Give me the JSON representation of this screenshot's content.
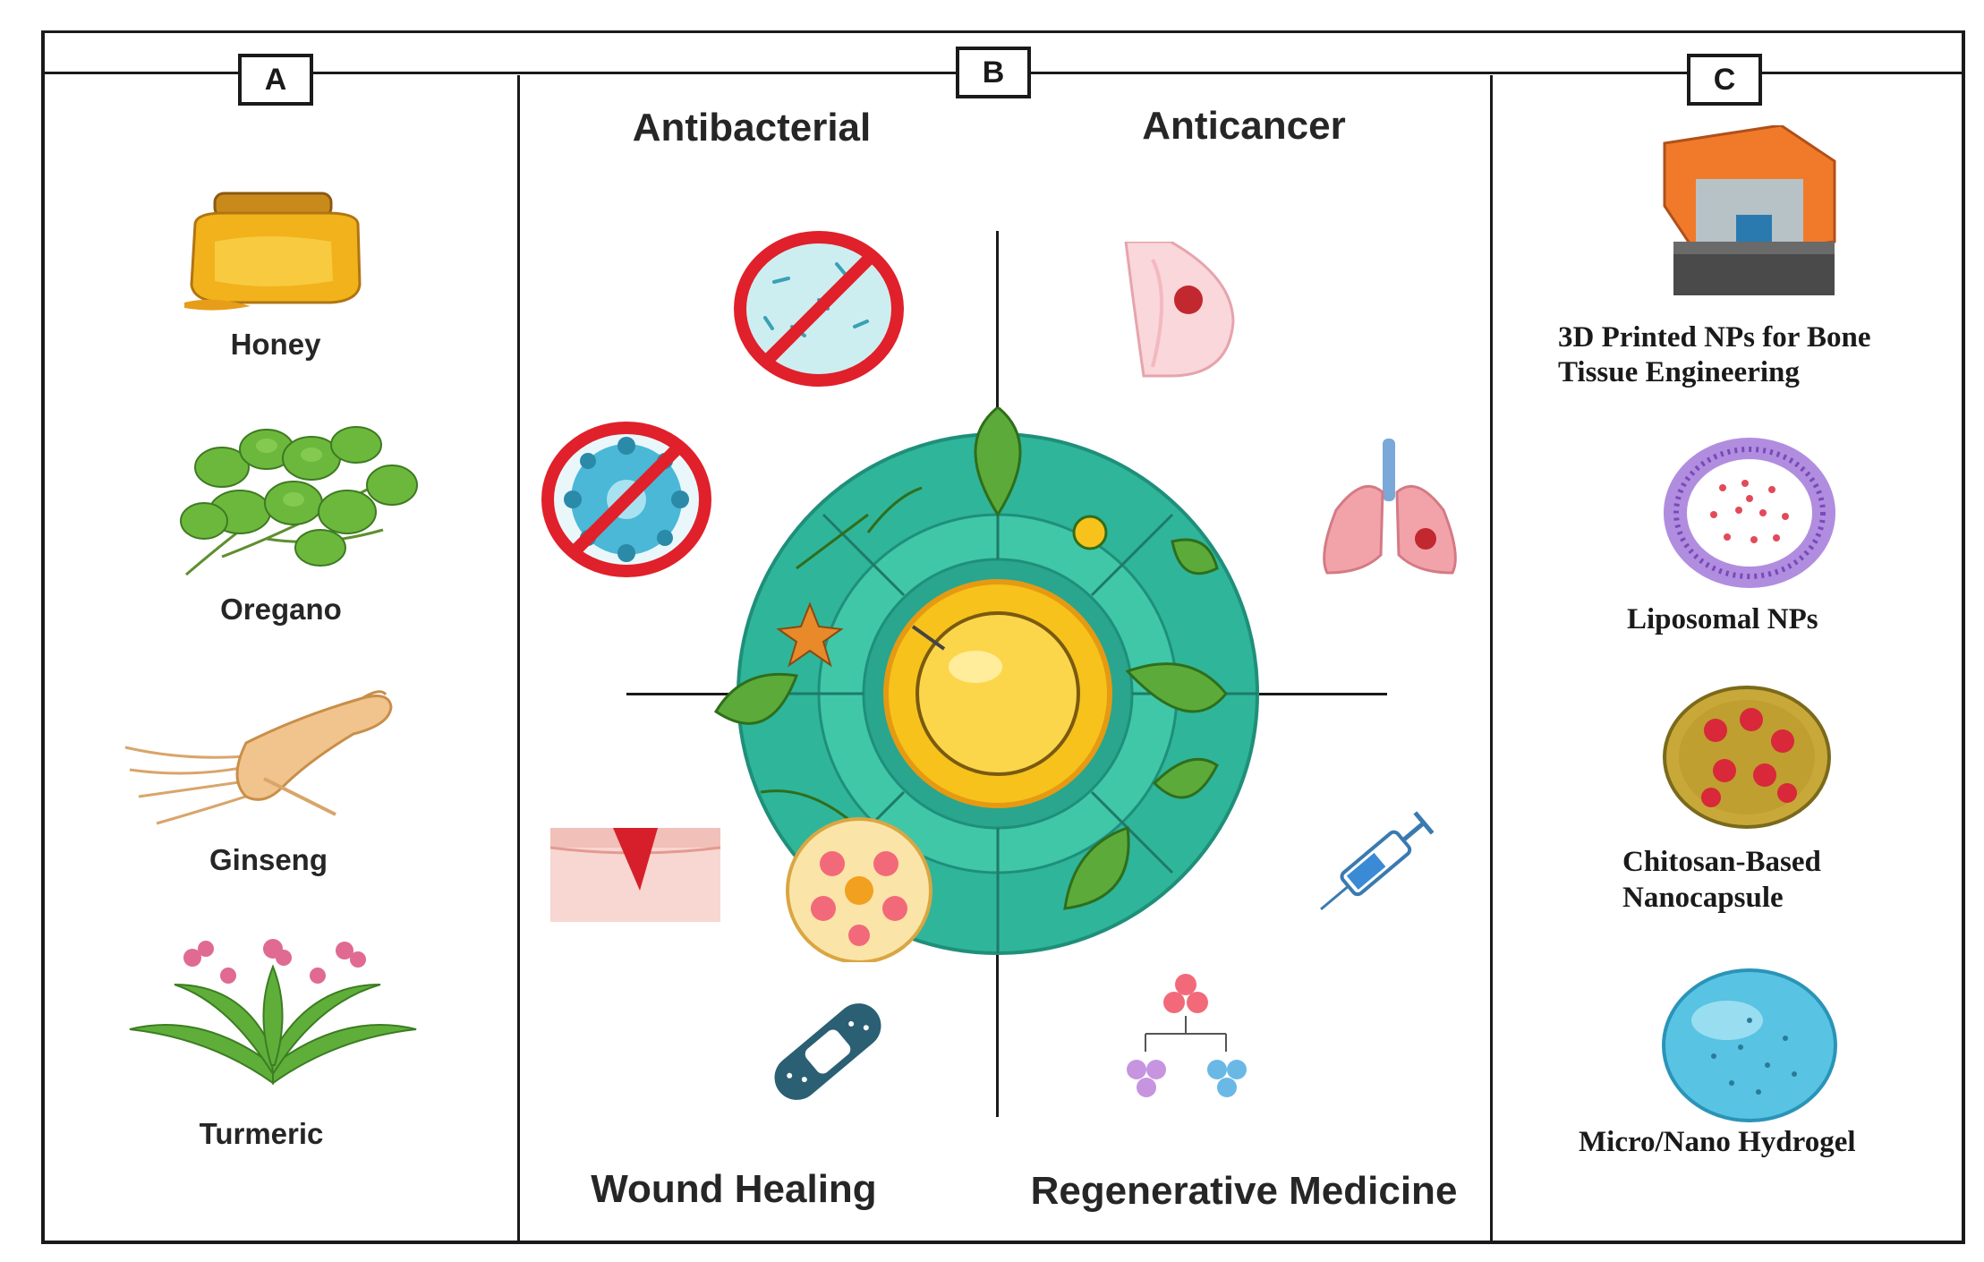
{
  "panels": {
    "a": {
      "tag": "A",
      "items": [
        "Honey",
        "Oregano",
        "Ginseng",
        "Turmeric"
      ]
    },
    "b": {
      "tag": "B",
      "quadrants": {
        "top_left": "Antibacterial",
        "top_right": "Anticancer",
        "bottom_left": "Wound Healing",
        "bottom_right": "Regenerative Medicine"
      }
    },
    "c": {
      "tag": "C",
      "items": [
        {
          "line1": "3D Printed NPs for Bone",
          "line2": "Tissue Engineering"
        },
        {
          "line1": "Liposomal NPs",
          "line2": ""
        },
        {
          "line1": "Chitosan-Based",
          "line2": "Nanocapsule"
        },
        {
          "line1": "Micro/Nano Hydrogel",
          "line2": ""
        }
      ]
    }
  },
  "icons": {
    "a": [
      "honey-jar-icon",
      "oregano-icon",
      "ginseng-root-icon",
      "turmeric-plant-icon"
    ],
    "b": [
      "no-bacteria-icon",
      "no-virus-icon",
      "breast-tumor-icon",
      "lungs-tumor-icon",
      "skin-wound-icon",
      "bandage-icon",
      "syringe-icon",
      "stem-cells-icon",
      "herbal-wheel-icon"
    ],
    "c": [
      "3d-printer-icon",
      "liposome-icon",
      "nanocapsule-icon",
      "hydrogel-icon"
    ]
  },
  "colors": {
    "border": "#1a1a1a",
    "leaf_green": "#5cab3a",
    "wheel_teal": "#2fb59a",
    "core_yellow": "#f7c21b",
    "prohibit_red": "#e0202a"
  }
}
